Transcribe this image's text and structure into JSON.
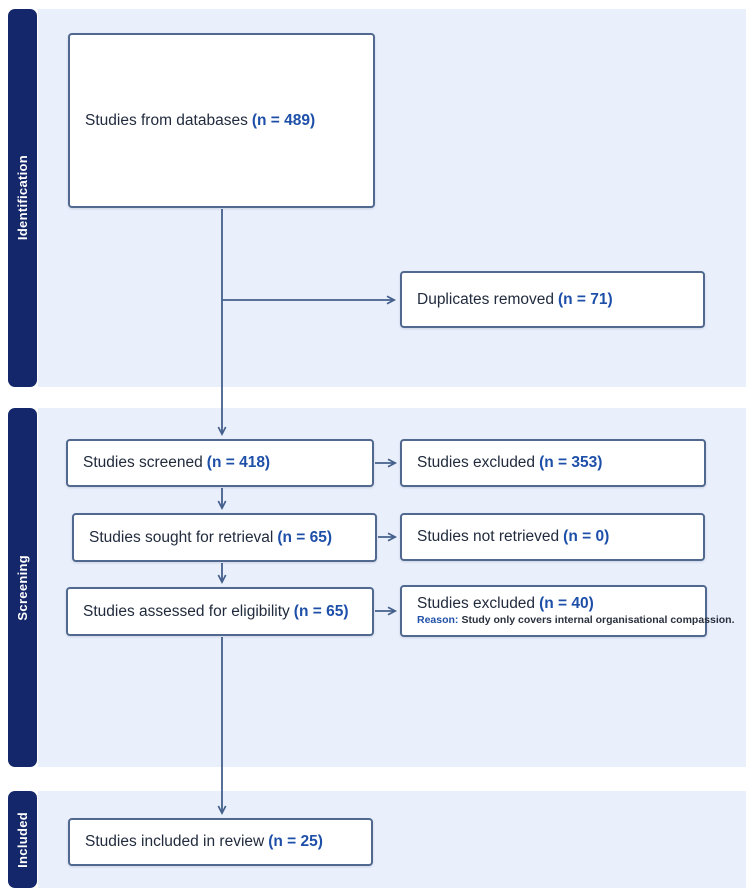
{
  "sections": [
    {
      "label": "Identification"
    },
    {
      "label": "Screening"
    },
    {
      "label": "Included"
    }
  ],
  "boxes": {
    "databases": {
      "label": "Studies from databases",
      "count": "(n = 489)"
    },
    "duplicates": {
      "label": "Duplicates removed",
      "count": "(n = 71)"
    },
    "screened": {
      "label": "Studies screened",
      "count": "(n = 418)"
    },
    "excluded_screening": {
      "label": "Studies excluded",
      "count": "(n = 353)"
    },
    "sought": {
      "label": "Studies sought for retrieval",
      "count": "(n = 65)"
    },
    "not_retrieved": {
      "label": "Studies not retrieved",
      "count": "(n = 0)"
    },
    "assessed": {
      "label": "Studies assessed for eligibility",
      "count": "(n = 65)"
    },
    "excluded_eligibility": {
      "label": "Studies excluded",
      "count": "(n = 40)",
      "reason_label": "Reason:",
      "reason_text": "Study only covers internal organisational compassion."
    },
    "included": {
      "label": "Studies included in review",
      "count": "(n = 25)"
    }
  },
  "colors": {
    "sidebar_navy": "#14276b",
    "panel_blue": "#e9effb",
    "box_border": "#51698e",
    "arrow": "#44608c",
    "count_blue": "#1d4fa8",
    "text_dark": "#212b3d"
  }
}
